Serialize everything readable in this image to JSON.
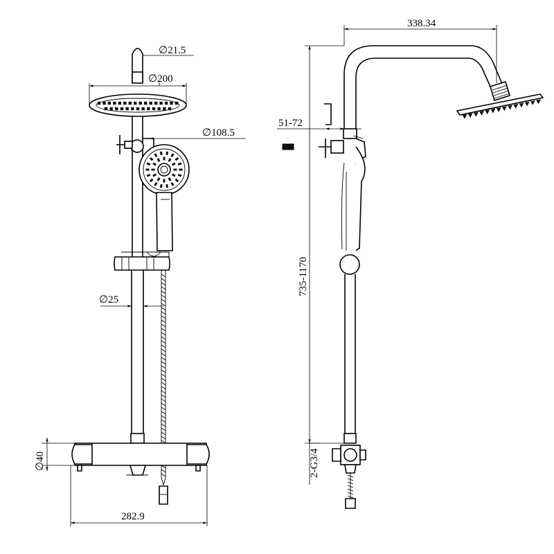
{
  "dimensions": {
    "pipe_top_diameter": "∅21.5",
    "head_diameter": "∅200",
    "hand_shower_diameter": "∅108.5",
    "rail_diameter": "∅25",
    "valve_height": "∅40",
    "width": "282.9",
    "arm_reach": "338.34",
    "valve_offset": "51-72",
    "height_range": "735-1170",
    "inlet_thread": "2-G3/4"
  }
}
